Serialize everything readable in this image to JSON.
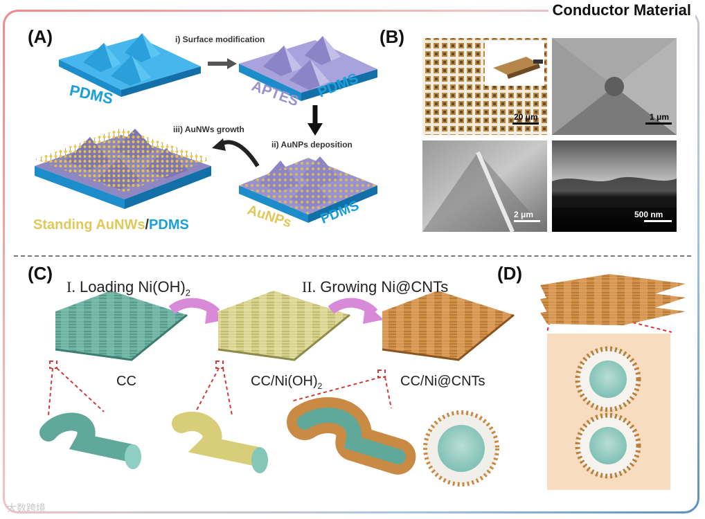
{
  "header": {
    "title": "Conductor Material"
  },
  "panels": {
    "a": {
      "label": "(A)",
      "step_i": "i) Surface modification",
      "step_ii": "ii) AuNPs deposition",
      "step_iii": "iii) AuNWs growth",
      "pdms1": "PDMS",
      "aptes": "APTES",
      "pdms2": "PDMS",
      "aunps": "AuNPs",
      "pdms3": "PDMS",
      "standing": "Standing AuNWs",
      "slash": "/",
      "pdms4": "PDMS"
    },
    "b": {
      "label": "(B)",
      "scale1": "20 μm",
      "scale2": "1 μm",
      "scale3": "2 μm",
      "scale4": "500 nm"
    },
    "c": {
      "label": "(C)",
      "step1_num": "I.",
      "step1_text": "Loading Ni(OH)",
      "step1_sub": "2",
      "step2_num": "II.",
      "step2_text": "Growing Ni@CNTs",
      "cc": "CC",
      "cc_ni": "CC/Ni(OH)",
      "cc_ni_sub": "2",
      "cc_cnt": "CC/Ni@CNTs"
    },
    "d": {
      "label": "(D)"
    }
  },
  "watermark": "大数跨境",
  "colors": {
    "pdms_blue": "#1a9fd8",
    "aptes_purple": "#9a92cf",
    "gold": "#e0c85a",
    "teal": "#5fa89a",
    "orange": "#c88a3e"
  }
}
